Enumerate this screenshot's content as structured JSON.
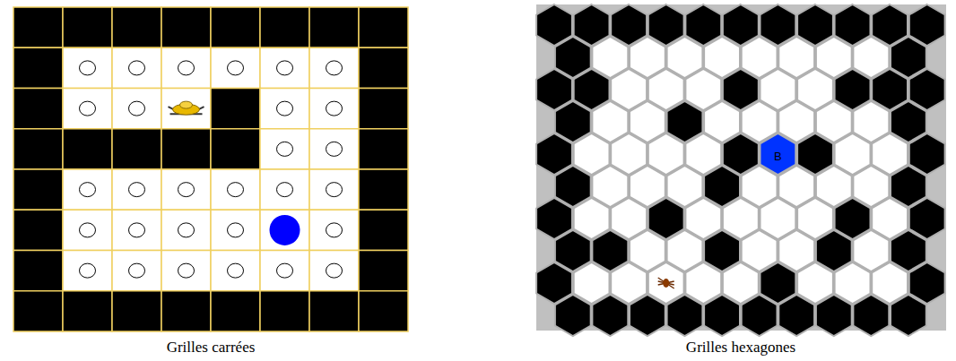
{
  "diagram": {
    "labels": [
      "Grilles carrées",
      "Grilles hexagones",
      "B"
    ]
  }
}
